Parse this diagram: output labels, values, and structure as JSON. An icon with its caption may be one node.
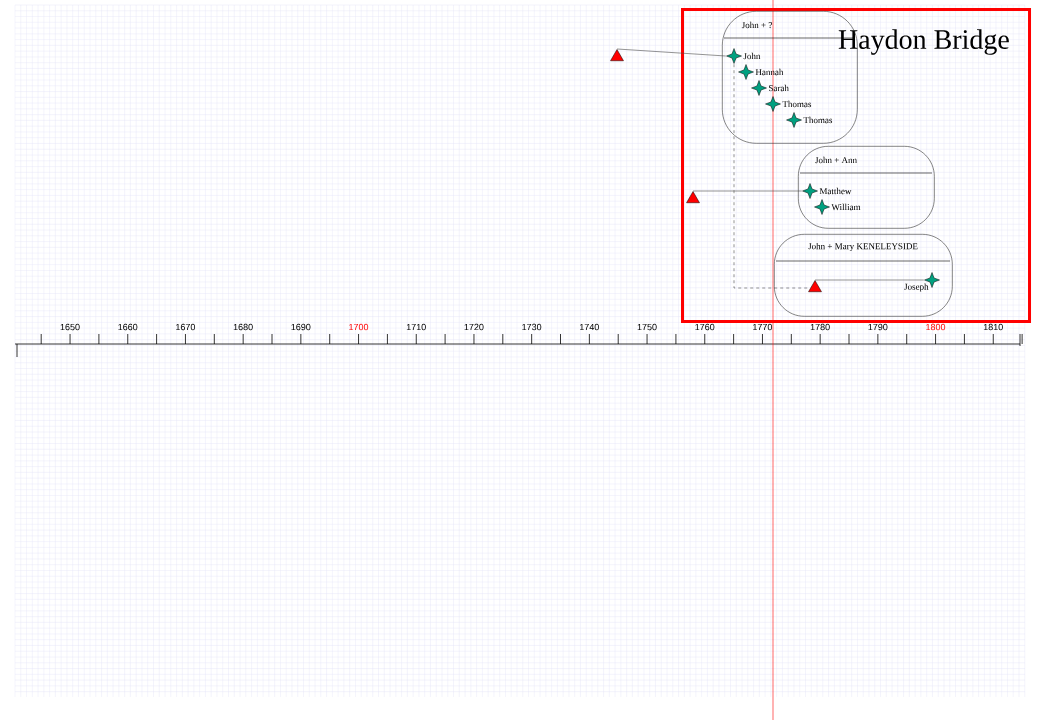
{
  "diagram": {
    "nodes": [
      {
        "text": [
          "Haydon Bridge"
        ]
      },
      {
        "text": [
          "John + ?"
        ],
        "in": 0
      },
      {
        "text": [
          "John"
        ],
        "in": 1
      },
      {
        "text": [
          "Hannah"
        ],
        "in": 1
      },
      {
        "text": [
          "Sarah"
        ],
        "in": 1
      },
      {
        "text": [
          "Thomas"
        ],
        "in": 1
      },
      {
        "text": [
          "Thomas"
        ],
        "in": 1
      },
      {
        "text": [
          "John + Ann"
        ],
        "in": 0
      },
      {
        "text": [
          "Matthew"
        ],
        "in": 7
      },
      {
        "text": [
          "William"
        ],
        "in": 7
      },
      {
        "text": [
          "John + Mary KENELEYSIDE"
        ],
        "in": 0
      },
      {
        "text": [
          "Joseph"
        ],
        "in": 10
      },
      {
        "text": [],
        "shape": "triangle"
      },
      {
        "text": [],
        "shape": "triangle",
        "in": 0
      },
      {
        "text": [],
        "shape": "triangle",
        "in": 10
      }
    ],
    "edges": [
      {
        "from": 12,
        "to": 2,
        "arrow": "none"
      },
      {
        "from": 13,
        "to": 8,
        "arrow": "none"
      },
      {
        "from": 14,
        "to": 11,
        "arrow": "none"
      },
      {
        "from": 2,
        "to": 14,
        "arrow": "none",
        "style": "dashed"
      }
    ],
    "labels": [
      "1650",
      "1660",
      "1670",
      "1680",
      "1690",
      "1700",
      "1710",
      "1720",
      "1730",
      "1740",
      "1750",
      "1760",
      "1770",
      "1780",
      "1790",
      "1800",
      "1810"
    ]
  }
}
